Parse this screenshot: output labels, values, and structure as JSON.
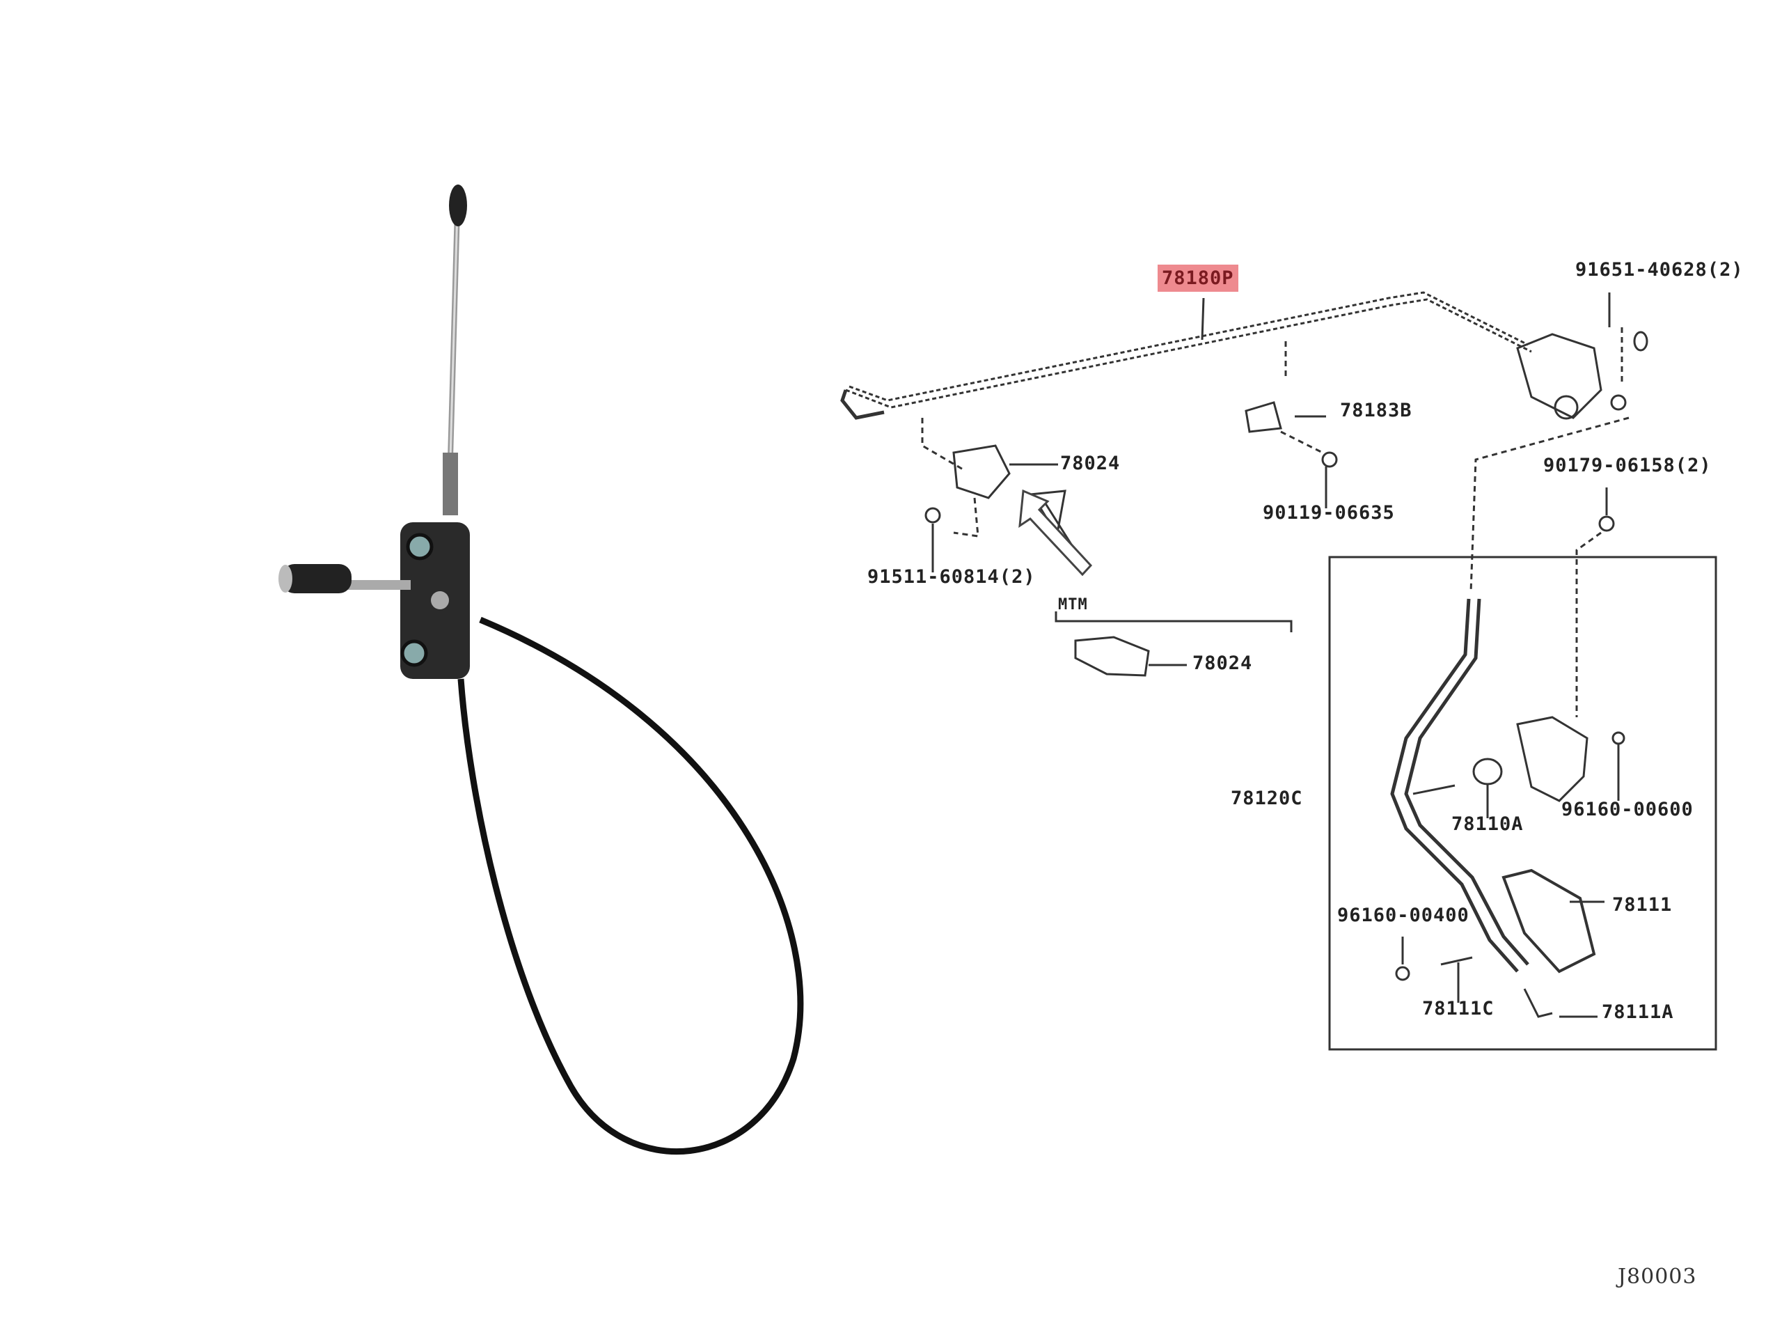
{
  "diagram": {
    "highlighted_part": "78180P",
    "highlight_color": "#ee8a8f",
    "labels": {
      "cable": "78180P",
      "bolt_top_right": "91651-40628(2)",
      "clamp": "78183B",
      "bracket_left": "78024",
      "screw_clamp": "90119-06635",
      "nut_right": "90179-06158(2)",
      "bolt_left": "91511-60814(2)",
      "variant": "MTM",
      "bracket_mtm": "78024",
      "pedal_arm": "78120C",
      "spring": "78110A",
      "clip_600": "96160-00600",
      "pedal_pad": "78111",
      "clip_400": "96160-00400",
      "pin": "78111C",
      "pad_clip": "78111A"
    },
    "figure_code": "J80003"
  }
}
